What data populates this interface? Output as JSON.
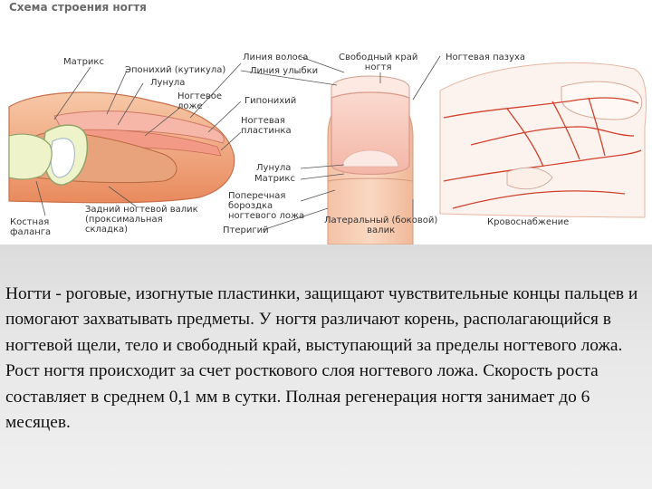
{
  "figure": {
    "title": "Схема строения ногтя",
    "labels": {
      "matrix": "Матрикс",
      "eponychium": "Эпонихий (кутикула)",
      "lunula": "Лунула",
      "nail_bed": "Ногтевое\nложе",
      "hyponychium": "Гипонихий",
      "nail_plate": "Ногтевая\nпластинка",
      "lunula2": "Лунула",
      "matrix2": "Матрикс",
      "transverse_groove": "Поперечная\nбороздка\nногтевого ложа",
      "pterygium": "Птеригий",
      "posterior_fold": "Задний ногтевой валик\n(проксимальная\nскладка)",
      "distal_phalanx": "Костная\nфаланга",
      "hair_line": "Линия волоса",
      "smile_line": "Линия улыбки",
      "free_edge": "Свободный край\nногтя",
      "nail_sinus": "Ногтевая пазуха",
      "lateral_fold": "Латеральный (боковой)\nвалик",
      "blood_supply": "Кровоснабжение"
    }
  },
  "caption": {
    "text": "Ногти - роговые, изогнутые пластинки, защищают чувствительные концы пальцев и помогают захватывать предметы. У ногтя различают корень, располагающийся в ногтевой щели, тело и свободный край, выступающий за пределы ногтевого ложа. Рост ногтя происходит за счет росткового слоя ногтевого ложа. Скорость роста составляет в среднем 0,1 мм в сутки. Полная регенерация ногтя занимает до 6 месяцев."
  }
}
